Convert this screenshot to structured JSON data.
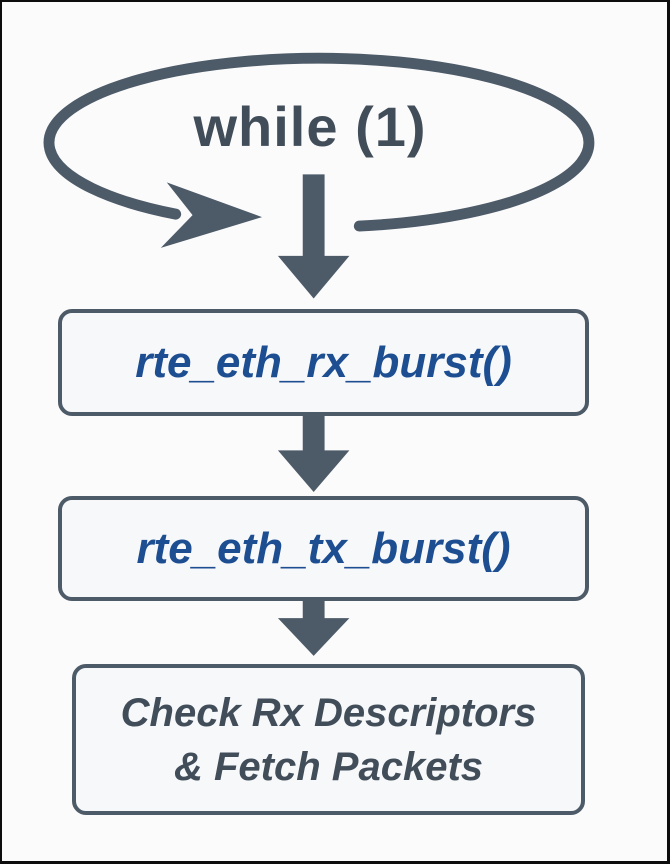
{
  "palette": {
    "slate": "#4d5a68",
    "blue": "#1d4e91",
    "box_bg": "#f7f8fa",
    "page_bg": "#fbfbfb",
    "frame": "#0d0d0d",
    "dark_text": "#414d59"
  },
  "loop": {
    "label": "while (1)"
  },
  "nodes": [
    {
      "id": "rx-burst",
      "label": "rte_eth_rx_burst()"
    },
    {
      "id": "tx-burst",
      "label": "rte_eth_tx_burst()"
    },
    {
      "id": "check-fetch",
      "lines": [
        "Check Rx Descriptors",
        "& Fetch Packets"
      ]
    }
  ]
}
